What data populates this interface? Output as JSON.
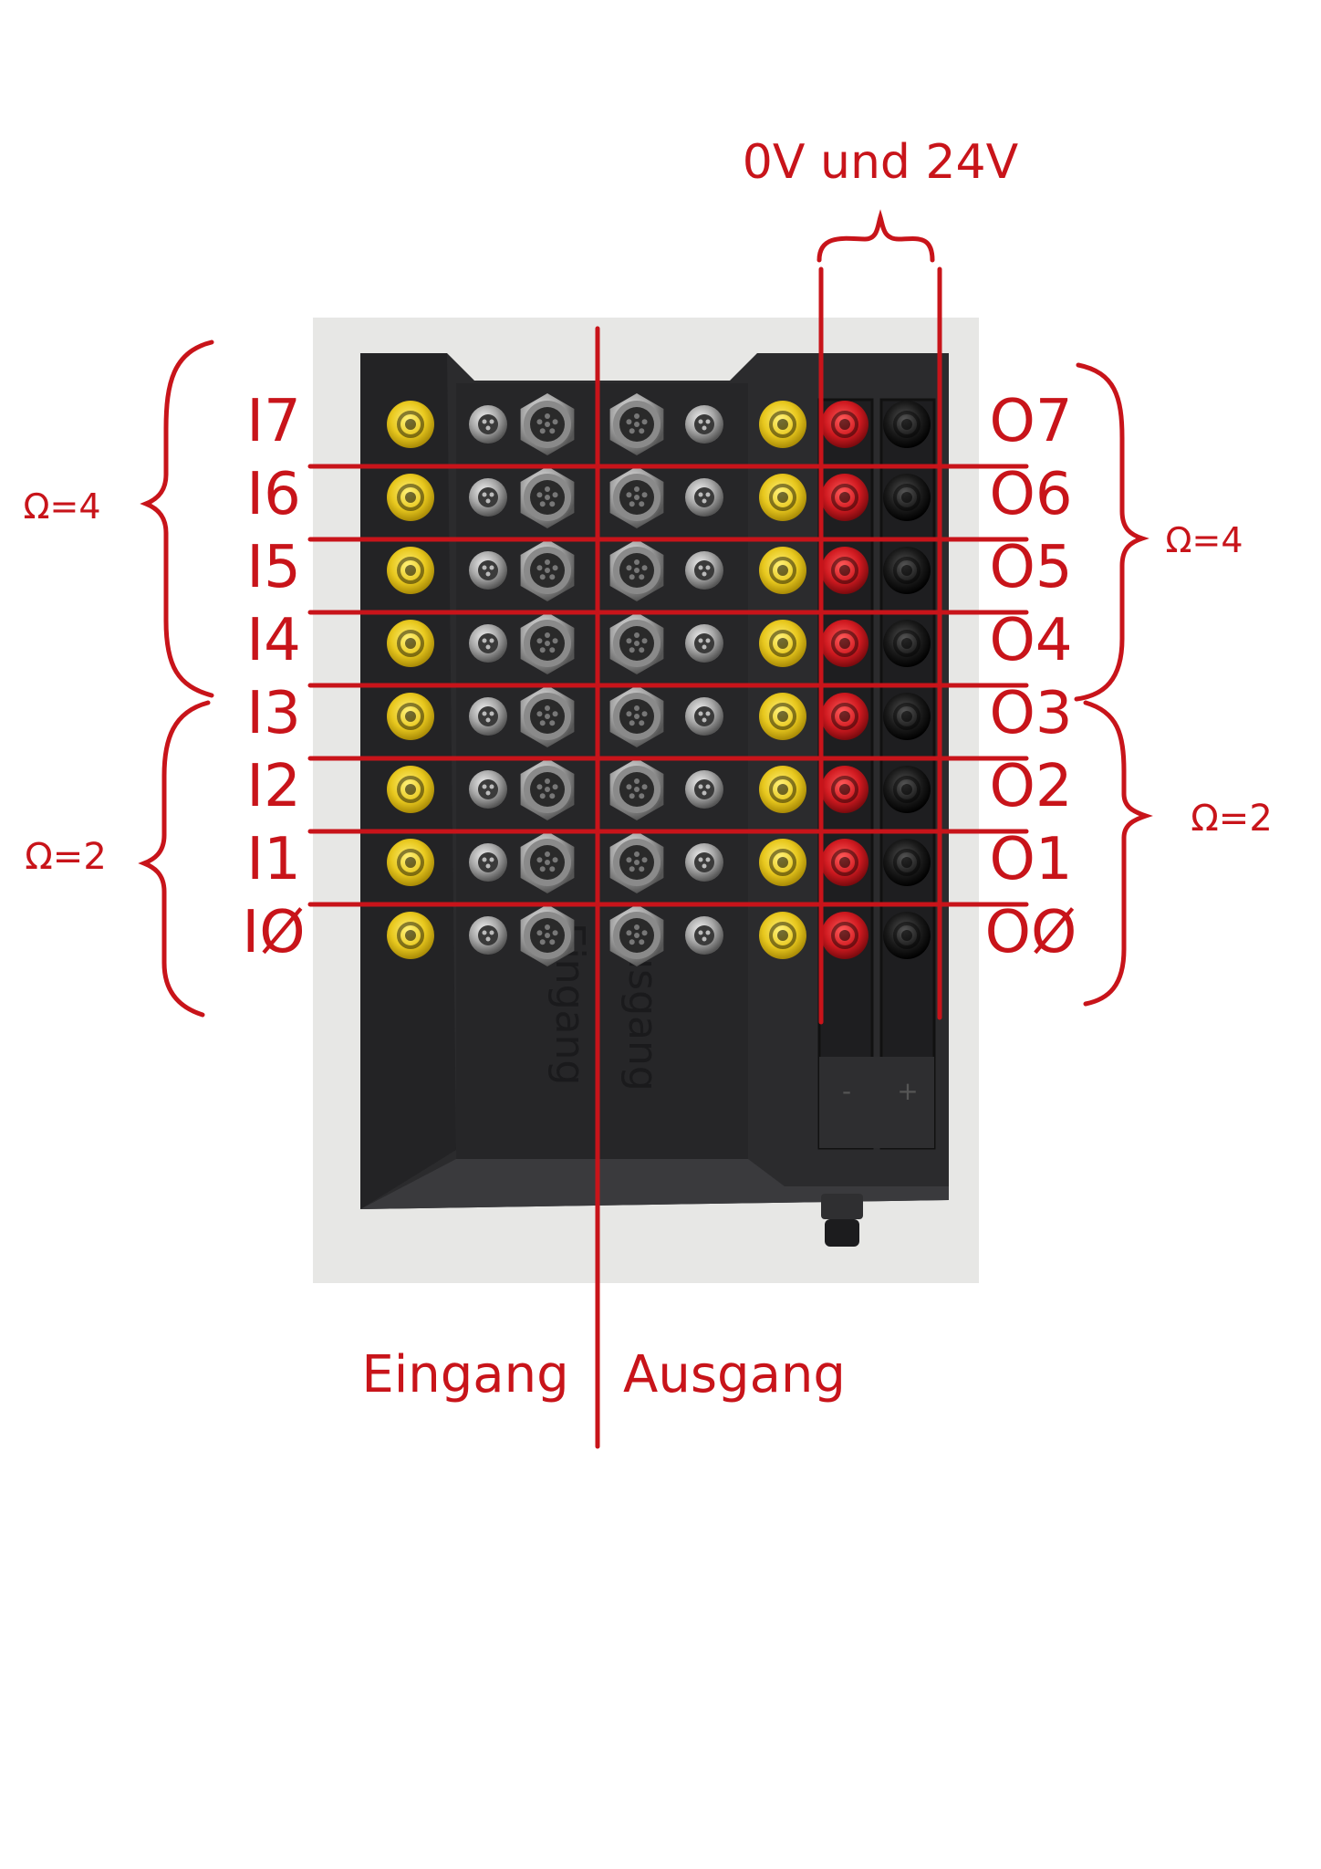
{
  "annotations": {
    "top_label": "0V und 24V",
    "left_upper_group": "Ω=4",
    "left_lower_group": "Ω=2",
    "right_upper_group": "Ω=4",
    "right_lower_group": "Ω=2",
    "bottom_left": "Eingang",
    "bottom_right": "Ausgang"
  },
  "device_text": {
    "engraved_input": "Eingang",
    "engraved_output": "Ausgang",
    "minus_sign": "-",
    "plus_sign": "+"
  },
  "inputs": [
    "I7",
    "I6",
    "I5",
    "I4",
    "I3",
    "I2",
    "I1",
    "IØ"
  ],
  "outputs": [
    "O7",
    "O6",
    "O5",
    "O4",
    "O3",
    "O2",
    "O1",
    "OØ"
  ],
  "colors": {
    "annotation_red": "#c8141a",
    "board": "#2b2b2d",
    "yellow_jack": "#e8c81e",
    "red_jack": "#d01a20",
    "black_jack": "#1a1a1a"
  }
}
